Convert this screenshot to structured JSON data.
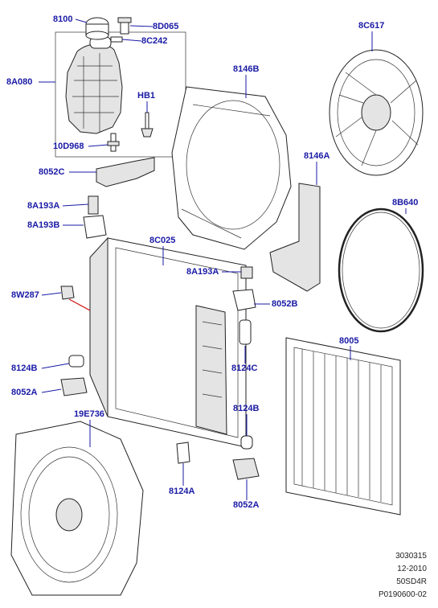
{
  "callouts": {
    "c8100": "8100",
    "c8D065": "8D065",
    "c8C242": "8C242",
    "c8A080": "8A080",
    "c10D968": "10D968",
    "cHB1": "HB1",
    "c8052C": "8052C",
    "c8146B": "8146B",
    "c8C617": "8C617",
    "c8146A": "8146A",
    "c8B640": "8B640",
    "c8A193A_top": "8A193A",
    "c8A193B": "8A193B",
    "c8C025": "8C025",
    "c8A193A_mid": "8A193A",
    "c8W287": "8W287",
    "c8052B": "8052B",
    "c8005": "8005",
    "c8124B_left": "8124B",
    "c8124C": "8124C",
    "c8052A_left": "8052A",
    "c19E736": "19E736",
    "c8124B_right": "8124B",
    "c8124A": "8124A",
    "c8052A_right": "8052A"
  },
  "footer": {
    "line1": "3030315",
    "line2": "12-2010",
    "line3": "50SD4R",
    "line4": "P0190600-02"
  },
  "colors": {
    "label": "#1a1aa6",
    "line": "#222222",
    "highlight": "#d01010"
  }
}
